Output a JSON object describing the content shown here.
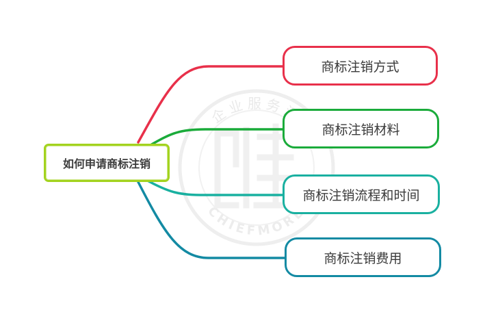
{
  "root": {
    "label": "如何申请商标注销",
    "border_color": "#a3d31f"
  },
  "children": [
    {
      "label": "商标注销方式",
      "color": "#e8304a"
    },
    {
      "label": "商标注销材料",
      "color": "#1aab3a"
    },
    {
      "label": "商标注销流程和时间",
      "color": "#19b0a0"
    },
    {
      "label": "商标注销费用",
      "color": "#138aa3"
    }
  ],
  "watermark": {
    "top_text": "企业服务汇",
    "bottom_text": "CHIEFMORE",
    "color": "#eeeeee"
  }
}
